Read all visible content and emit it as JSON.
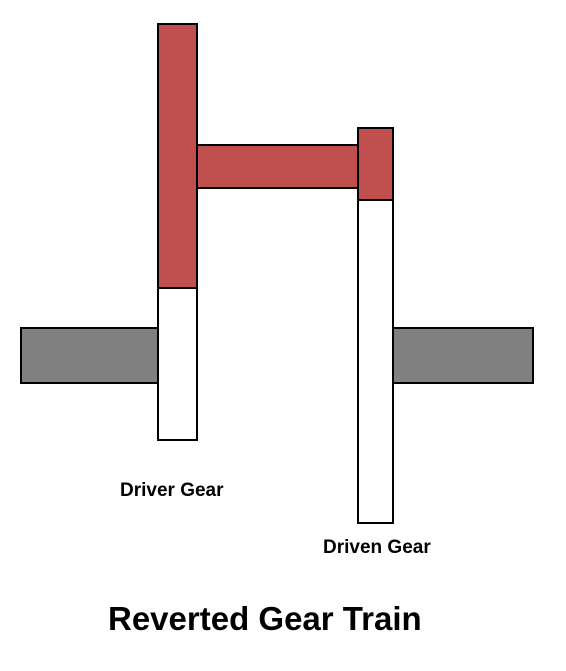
{
  "diagram": {
    "labels": {
      "driver_gear": "Driver Gear",
      "driven_gear": "Driven Gear",
      "title": "Reverted Gear Train"
    },
    "colors": {
      "shaft": "#808080",
      "compound_gear": "#c0504d",
      "gear": "#ffffff",
      "outline": "#000000"
    }
  }
}
